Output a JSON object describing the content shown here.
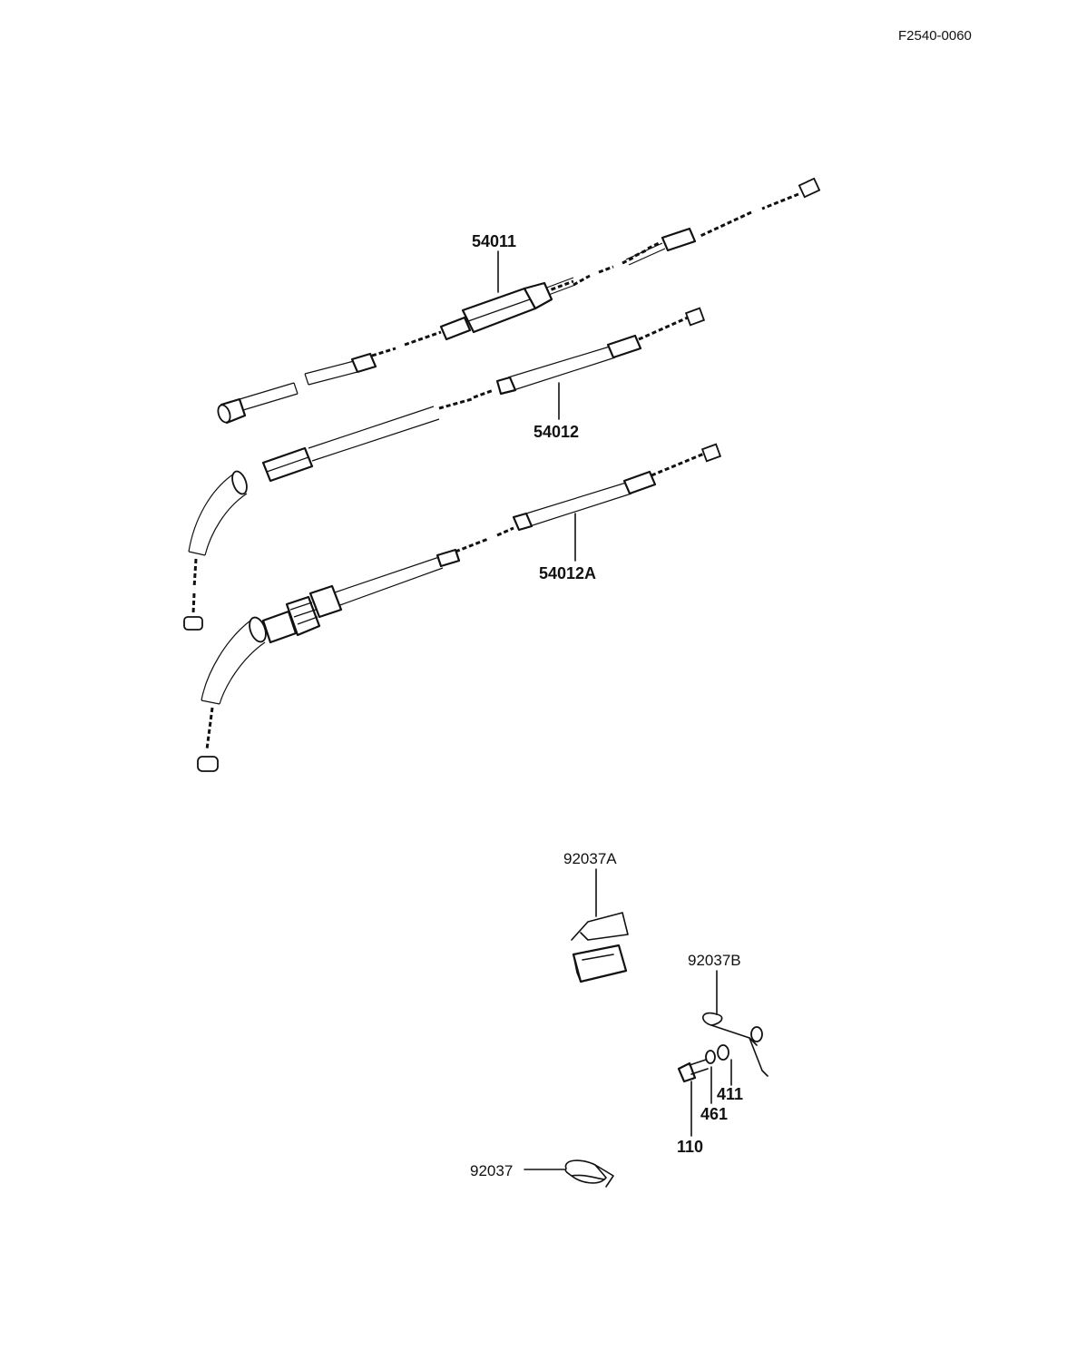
{
  "reference": "F2540-0060",
  "parts": {
    "p54011": "54011",
    "p54012": "54012",
    "p54012A": "54012A",
    "p92037A": "92037A",
    "p92037B": "92037B",
    "p411": "411",
    "p461": "461",
    "p110": "110",
    "p92037": "92037"
  }
}
